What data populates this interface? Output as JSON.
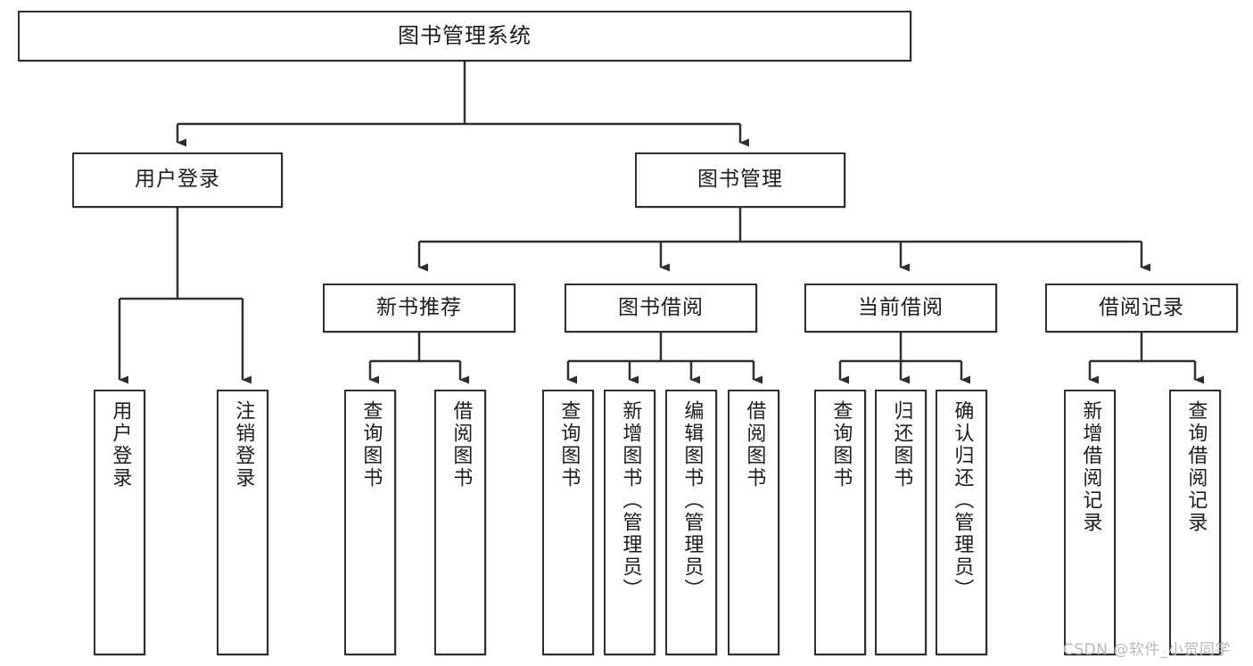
{
  "diagram": {
    "title": "图书管理系统",
    "type": "functional-structure-tree",
    "watermark": "CSDN @软件_小贺同学",
    "colors": {
      "stroke": "#2f2f2f",
      "fill": "#ffffff",
      "text": "#1d1d1d",
      "watermark": "#b9b9b9"
    },
    "levels": {
      "root": {
        "label": "图书管理系统"
      },
      "level2": [
        {
          "label": "用户登录"
        },
        {
          "label": "图书管理"
        }
      ],
      "level3": [
        {
          "label": "新书推荐"
        },
        {
          "label": "图书借阅"
        },
        {
          "label": "当前借阅"
        },
        {
          "label": "借阅记录"
        }
      ],
      "leaves": {
        "user_login": [
          {
            "label": "用户登录"
          },
          {
            "label": "注销登录"
          }
        ],
        "new_book": [
          {
            "label": "查询图书"
          },
          {
            "label": "借阅图书"
          }
        ],
        "book_borrow": [
          {
            "label": "查询图书"
          },
          {
            "label": "新增图书（管理员）"
          },
          {
            "label": "编辑图书（管理员）"
          },
          {
            "label": "借阅图书"
          }
        ],
        "current_borrow": [
          {
            "label": "查询图书"
          },
          {
            "label": "归还图书"
          },
          {
            "label": "确认归还（管理员）"
          }
        ],
        "borrow_record": [
          {
            "label": "新增借阅记录"
          },
          {
            "label": "查询借阅记录"
          }
        ]
      }
    }
  }
}
